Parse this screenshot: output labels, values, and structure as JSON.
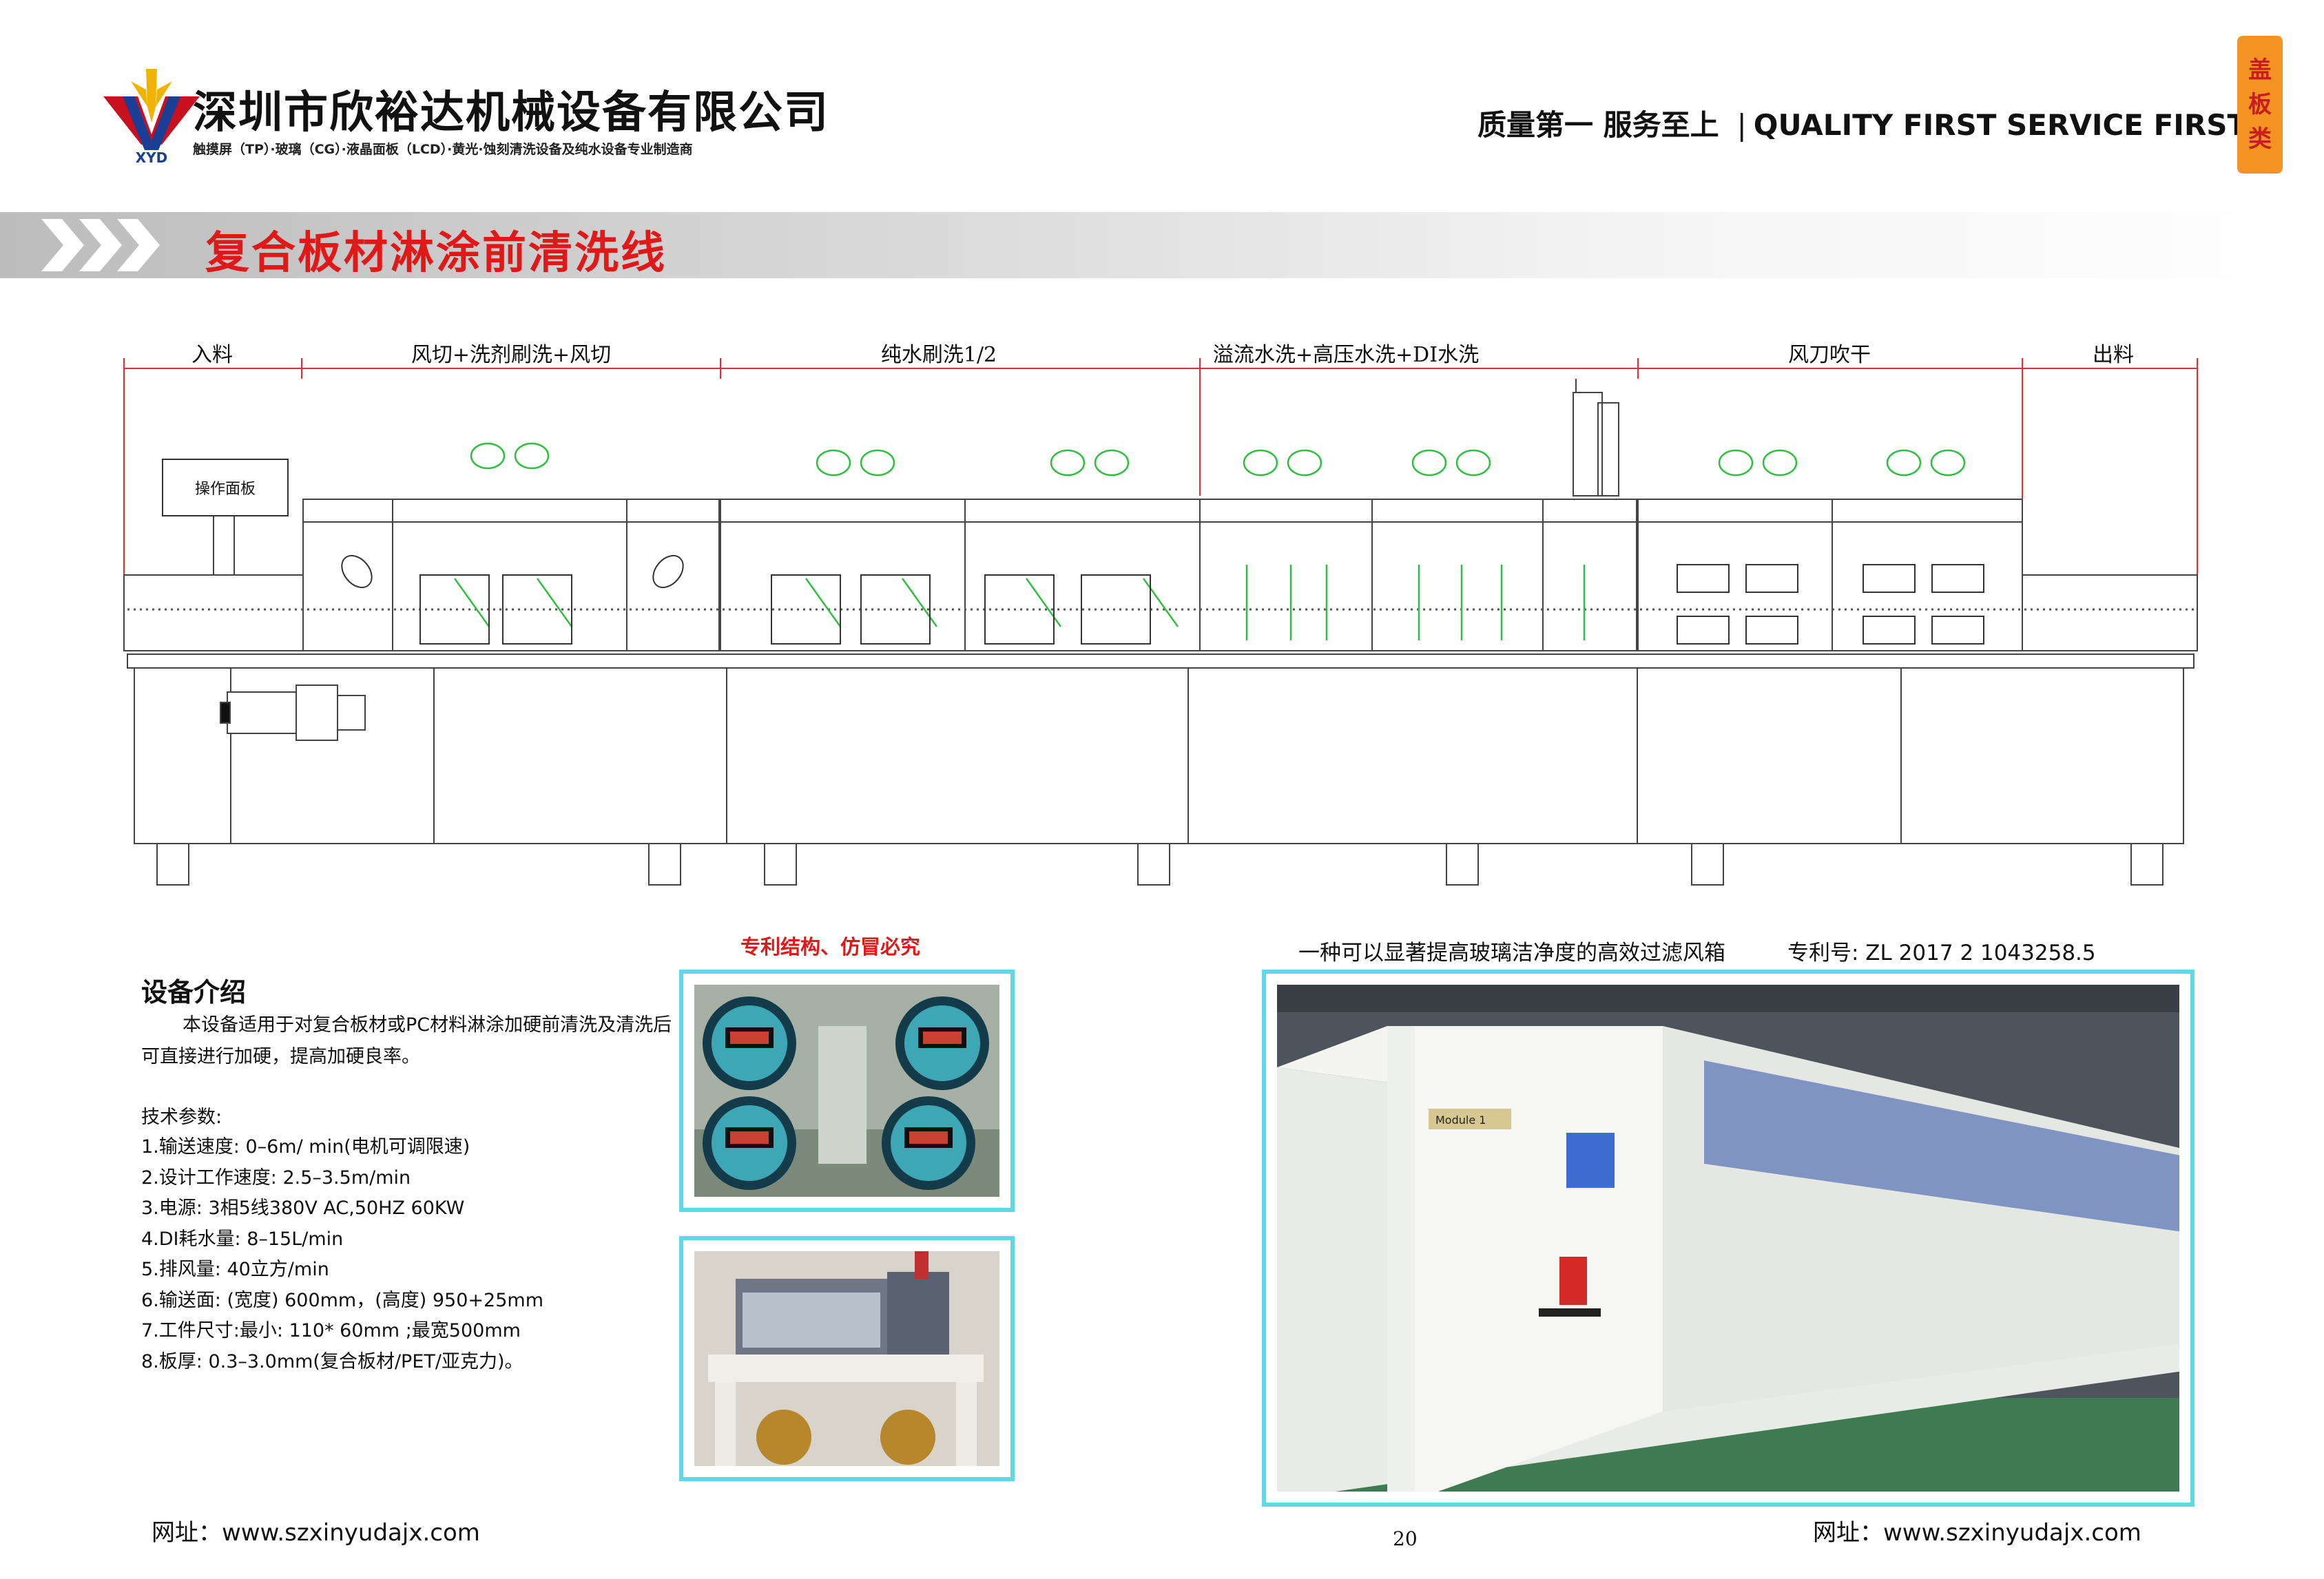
{
  "header": {
    "logo_text": "XYD",
    "company": "深圳市欣裕达机械设备有限公司",
    "business": "触摸屏（TP）·玻璃（CG）·液晶面板（LCD）·黄光·蚀刻清洗设备及纯水设备专业制造商",
    "slogan_cn": "质量第一  服务至上",
    "slogan_en": "QUALITY FIRST SERVICE FIRST",
    "category_tag": [
      "盖",
      "板",
      "类"
    ]
  },
  "title": "复合板材淋涂前清洗线",
  "diagram": {
    "sections": [
      "入料",
      "风切+洗剂刷洗+风切",
      "纯水刷洗1/2",
      "溢流水洗+高压水洗+DI水洗",
      "风刀吹干",
      "出料"
    ],
    "control_panel_label": "操作面板"
  },
  "intro": {
    "heading": "设备介绍",
    "paragraph": "本设备适用于对复合板材或PC材料淋涂加硬前清洗及清洗后可直接进行加硬，提高加硬良率。",
    "params_heading": "技术参数:",
    "params": [
      "1.输送速度: 0–6m/ min(电机可调限速)",
      "2.设计工作速度: 2.5–3.5m/min",
      "3.电源: 3相5线380V AC,50HZ 60KW",
      "4.DI耗水量: 8–15L/min",
      "5.排风量: 40立方/min",
      "6.输送面: (宽度) 600mm，(高度) 950+25mm",
      "7.工件尺寸:最小: 110* 60mm ;最宽500mm",
      "8.板厚: 0.3–3.0mm(复合板材/PET/亚克力)。"
    ]
  },
  "photos": {
    "patent_note": "专利结构、仿冒必究",
    "caption": "一种可以显著提高玻璃洁净度的高效过滤风箱",
    "patent_number": "专利号: ZL 2017 2 1043258.5",
    "module_label": "Module 1"
  },
  "footer": {
    "left_url": "网址：www.szxinyudajx.com",
    "page_number": "20",
    "right_url": "网址：www.szxinyudajx.com"
  }
}
